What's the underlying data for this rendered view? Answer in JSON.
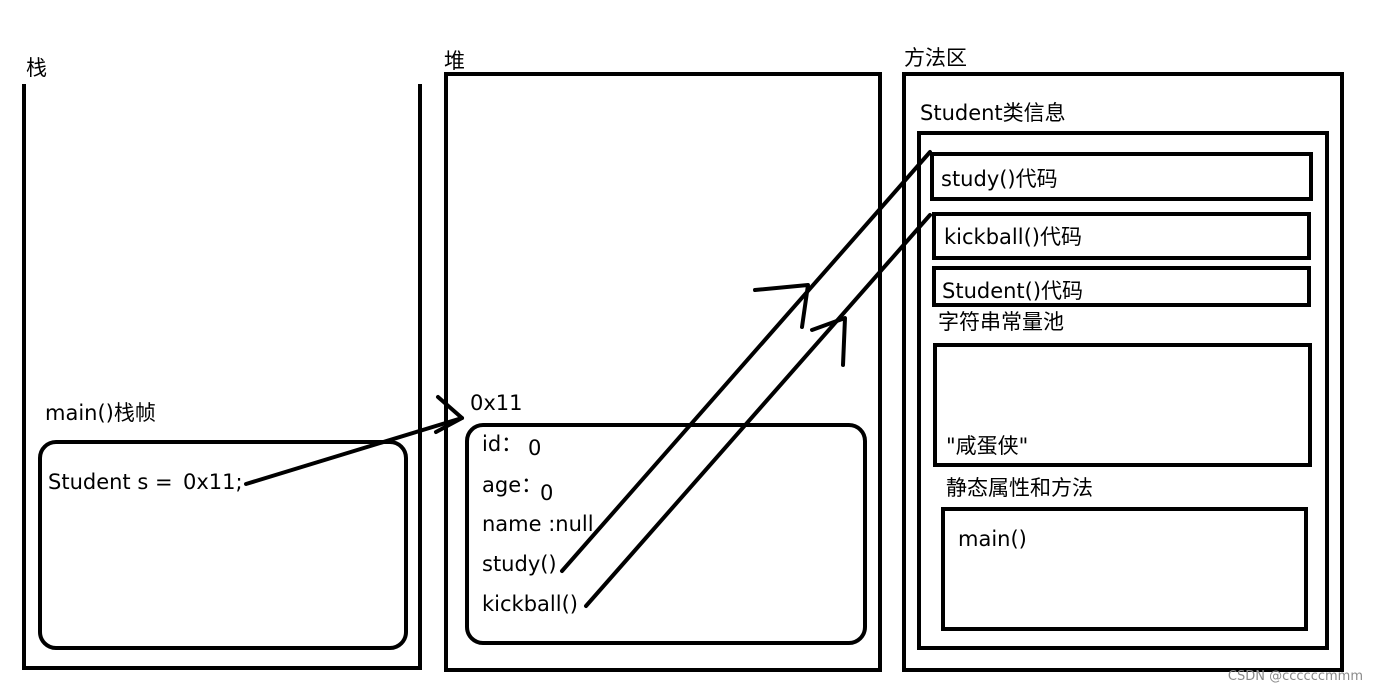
{
  "stack": {
    "title": "栈",
    "frame_title": "main()栈帧",
    "frame_line_left": "Student s =",
    "frame_line_right": "0x11;"
  },
  "heap": {
    "title": "堆",
    "address": "0x11",
    "fields": {
      "id_label": "id：",
      "id_value": "0",
      "age_label": "age：",
      "age_value": "0",
      "name_label": "name :null",
      "study_label": "study()",
      "kickball_label": "kickball()"
    }
  },
  "method_area": {
    "title": "方法区",
    "class_info_title": "Student类信息",
    "methods": {
      "study": "study()代码",
      "kickball": "kickball()代码",
      "constructor": "Student()代码"
    },
    "string_pool_title": "字符串常量池",
    "string_pool_value": "\"咸蛋侠\"",
    "static_title": "静态属性和方法",
    "static_value": "main()"
  },
  "watermark": "CSDN @ccccccmmm"
}
